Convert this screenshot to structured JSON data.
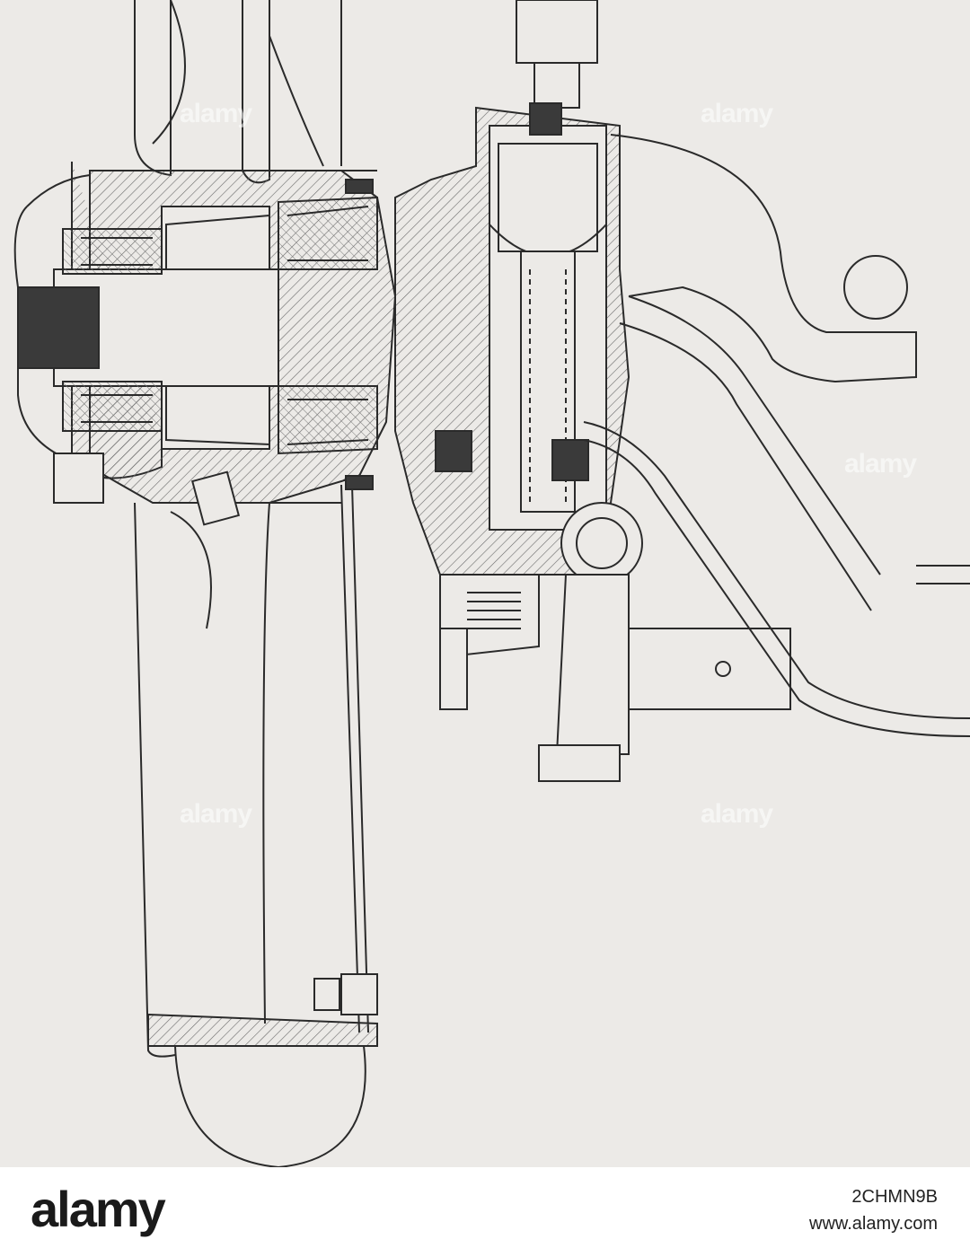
{
  "watermark": {
    "text": "alamy"
  },
  "footer": {
    "logo_text": "alamy",
    "image_id": "2CHMN9B",
    "site": "www.alamy.com"
  },
  "drawing": {
    "subject": "engineering cross-section line drawing",
    "colors": {
      "paper": "#eceae7",
      "ink": "#2a2a2a",
      "hatch": "#6a6a6a",
      "dark_fill": "#3a3a3a"
    }
  }
}
